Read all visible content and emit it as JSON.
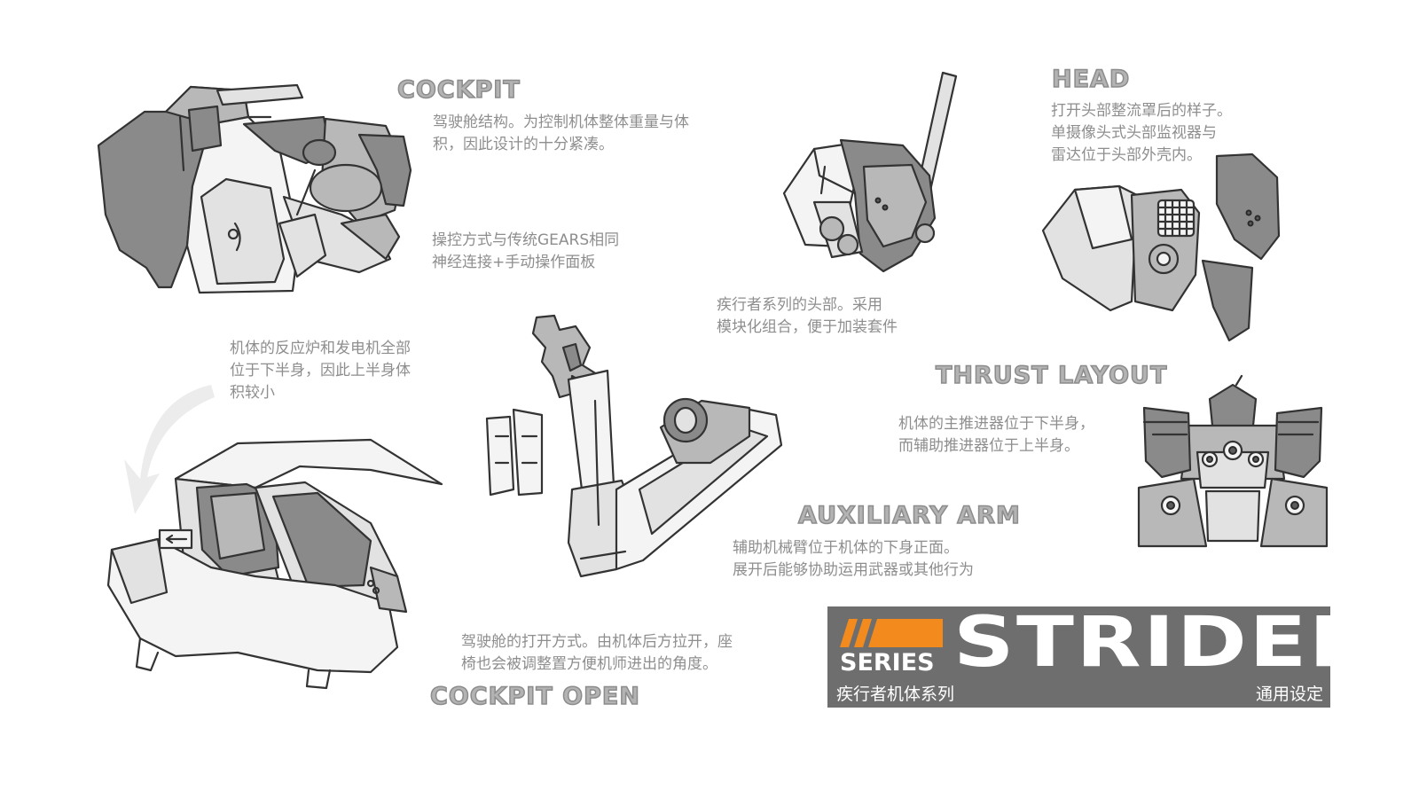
{
  "sections": {
    "cockpit": {
      "heading": "COCKPIT",
      "desc": [
        "驾驶舱结构。为控制机体整体重量与体",
        "积，因此设计的十分紧凑。"
      ],
      "control": [
        "操控方式与传统GEARS相同",
        "神经连接+手动操作面板"
      ]
    },
    "head": {
      "heading": "HEAD",
      "desc": [
        "打开头部整流罩后的样子。",
        "单摄像头式头部监视器与",
        "雷达位于头部外壳内。"
      ],
      "module": [
        "疾行者系列的头部。采用",
        "模块化组合，便于加装套件"
      ]
    },
    "reactor": {
      "desc": [
        "机体的反应炉和发电机全部",
        "位于下半身，因此上半身体",
        "积较小"
      ]
    },
    "thrust": {
      "heading": "THRUST LAYOUT",
      "desc": [
        "机体的主推进器位于下半身，",
        "而辅助推进器位于上半身。"
      ]
    },
    "arm": {
      "heading": "AUXILIARY ARM",
      "desc": [
        "辅助机械臂位于机体的下身正面。",
        "展开后能够协助运用武器或其他行为"
      ]
    },
    "cockpit_open": {
      "heading": "COCKPIT OPEN",
      "desc": [
        "驾驶舱的打开方式。由机体后方拉开，座",
        "椅也会被调整置方便机师进出的角度。"
      ]
    }
  },
  "title_card": {
    "series": "SERIES",
    "name": "STRIDER",
    "subtitle": "疾行者机体系列",
    "tag": "通用设定",
    "accent_color": "#f28a1e",
    "background_color": "#6e6e6e"
  }
}
